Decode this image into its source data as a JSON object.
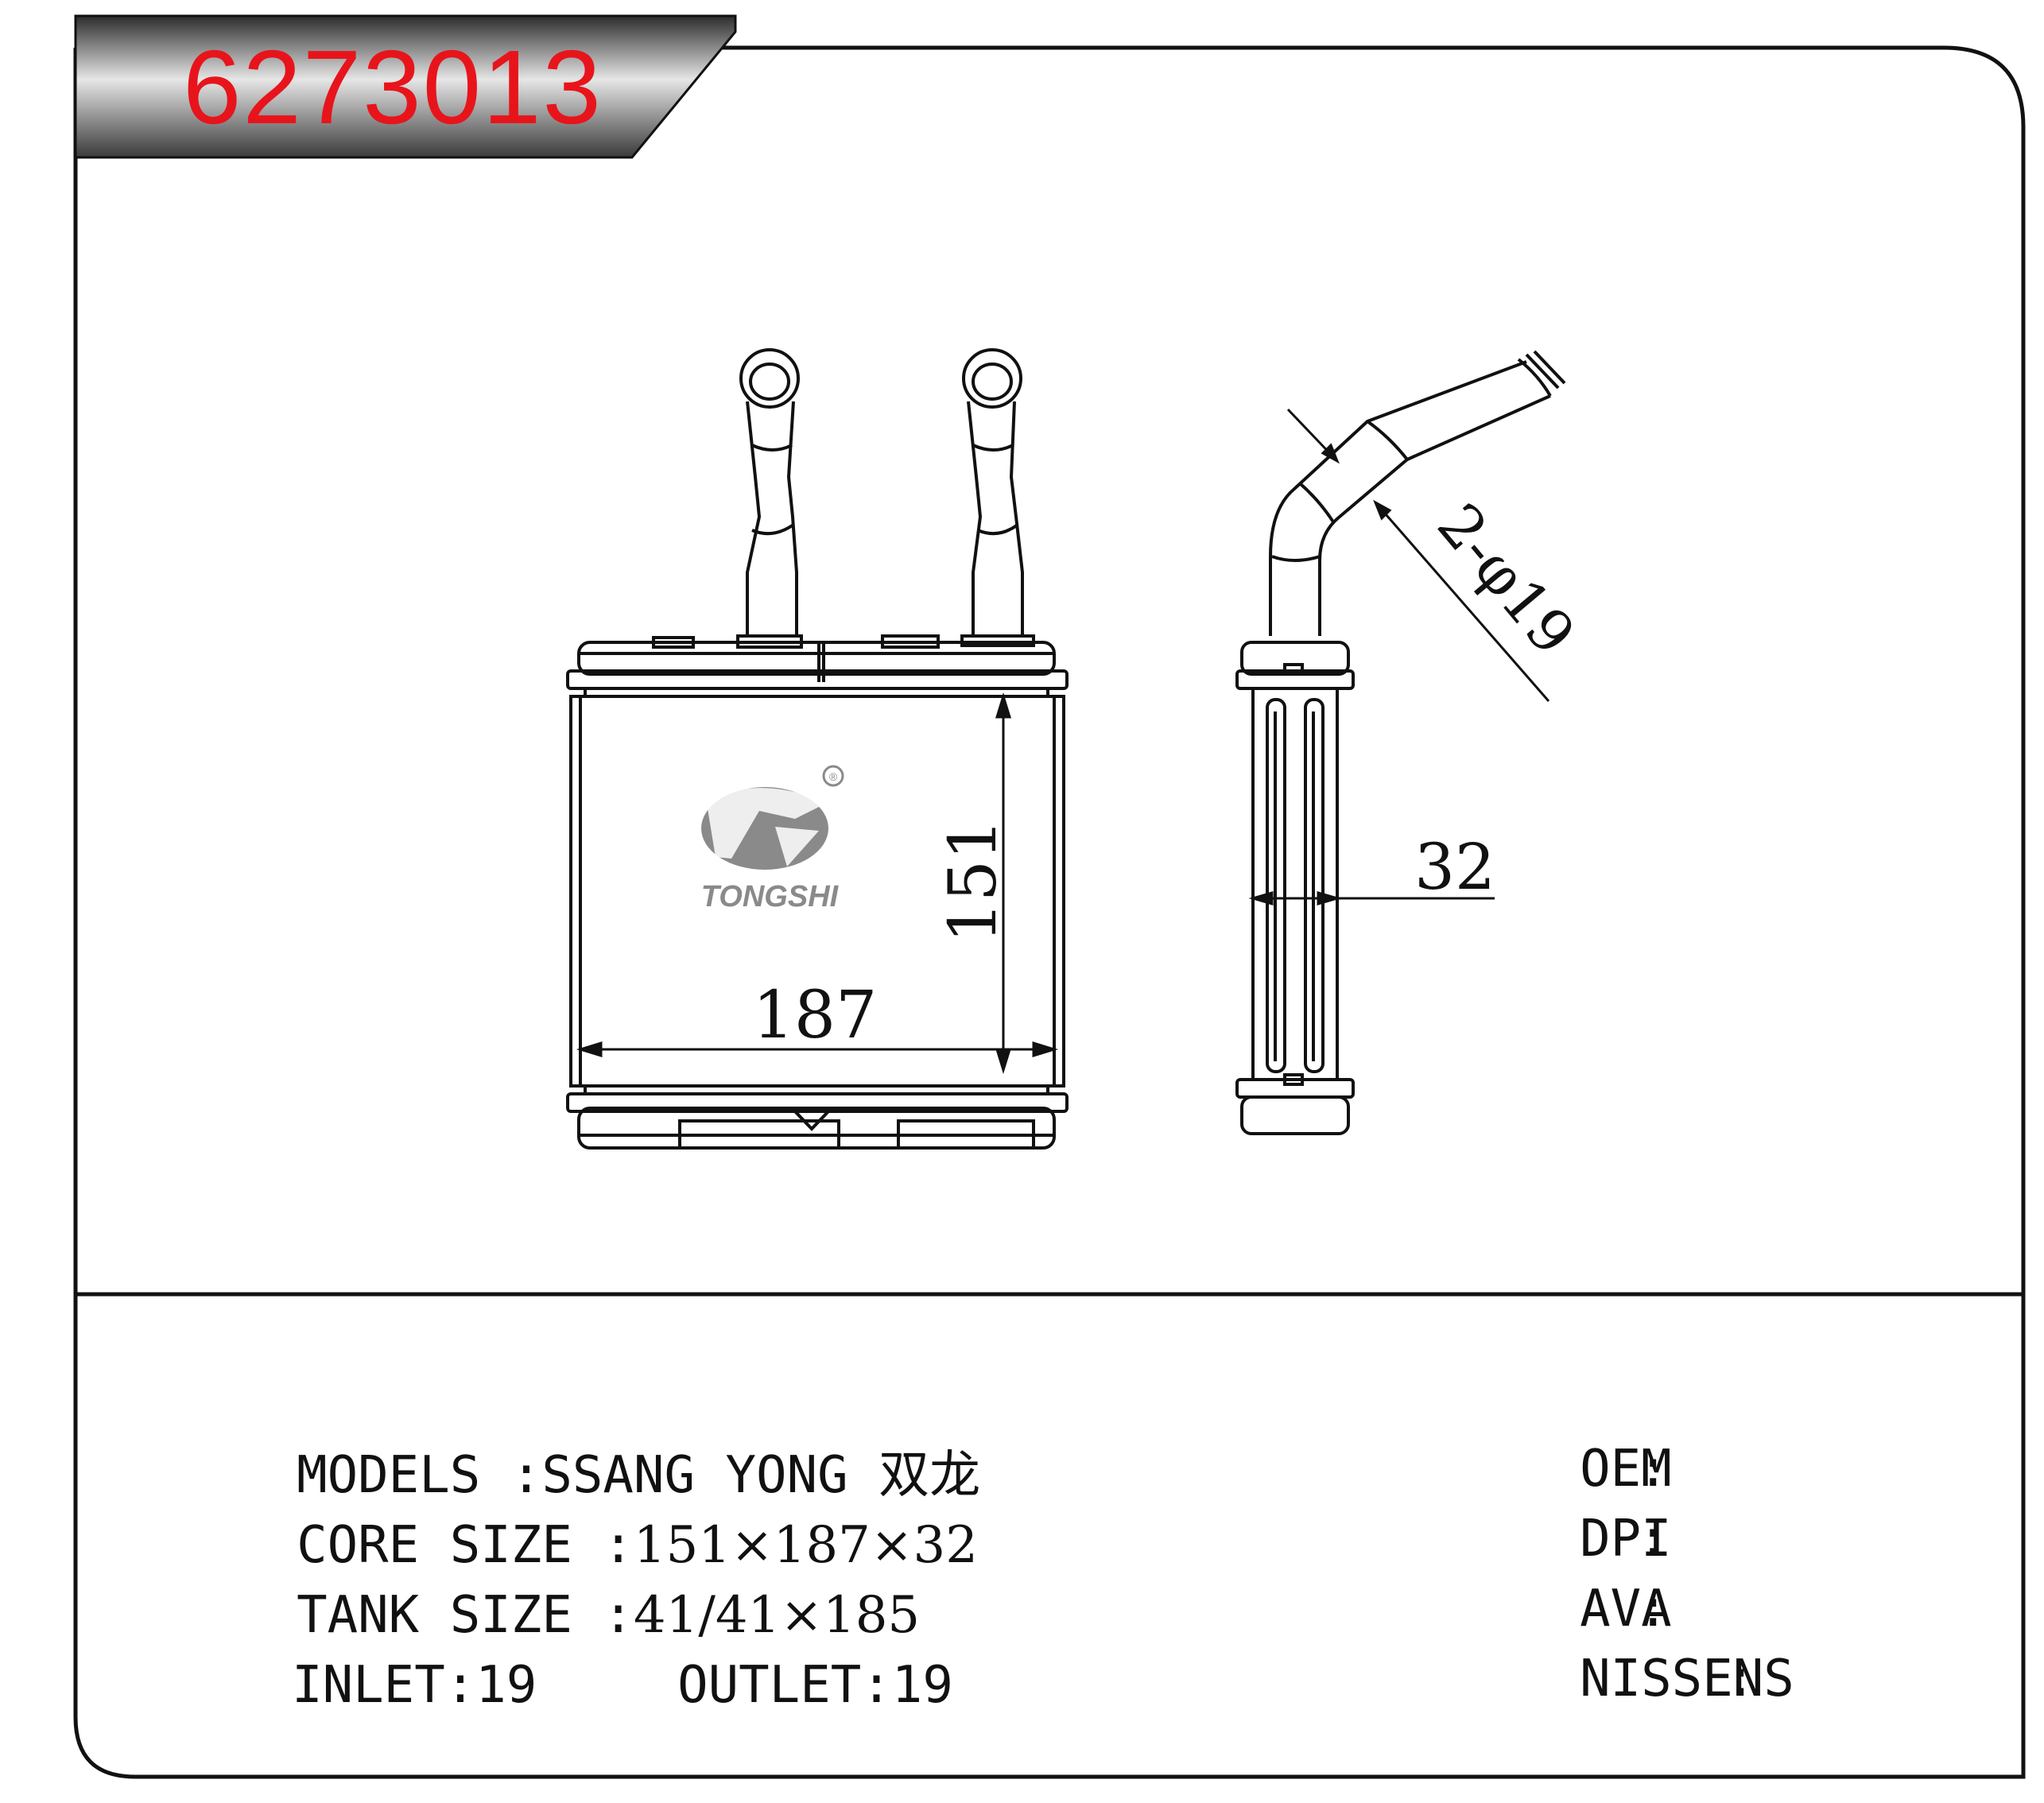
{
  "part_number": "6273013",
  "brand": {
    "name": "TONGSHI",
    "registered": "®"
  },
  "dimensions": {
    "height": "151",
    "width": "187",
    "thickness": "32",
    "pipe": "2-φ19"
  },
  "specs": {
    "models": {
      "label": "MODELS :",
      "value": "SSANG YONG 双龙"
    },
    "core_size": {
      "label": "CORE SIZE :",
      "value": "151×187×32"
    },
    "tank_size": {
      "label": "TANK SIZE :",
      "value": "41/41×185"
    },
    "inlet": {
      "label": "INLET:",
      "value": "19"
    },
    "outlet": {
      "label": "OUTLET:",
      "value": "19"
    }
  },
  "references": {
    "oem": {
      "label": "OEM",
      "sep": ":"
    },
    "dpi": {
      "label": "DPI",
      "sep": ":"
    },
    "ava": {
      "label": "AVA",
      "sep": ":"
    },
    "nissens": {
      "label": "NISSENS",
      "sep": ":"
    }
  },
  "colors": {
    "part_number": "#e8141b",
    "logo": "#8a8a8a",
    "line": "#111111"
  }
}
